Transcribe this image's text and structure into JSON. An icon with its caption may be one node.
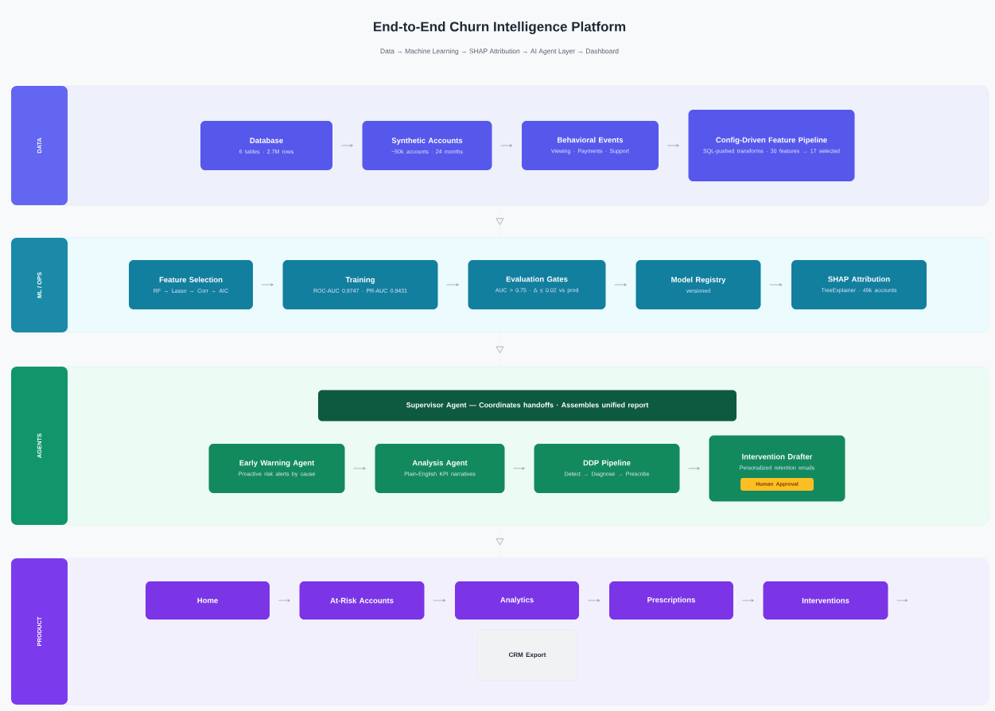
{
  "diagram": {
    "title": "End-to-End Churn Intelligence Platform",
    "nodes": [
      {
        "text": [
          "DATA"
        ]
      },
      {
        "text": [
          "Database",
          "6 tables · 2.7M rows"
        ],
        "in": 0
      },
      {
        "text": [
          "Synthetic Accounts",
          "~50k accounts · 24 months"
        ],
        "in": 0
      },
      {
        "text": [
          "Behavioral Events",
          "Viewing · Payments · Support"
        ],
        "in": 0
      },
      {
        "text": [
          "Config-Driven Feature Pipeline",
          "SQL-pushed transforms · 30 features → 17 selected"
        ],
        "in": 0
      },
      {
        "text": [
          "ML / OPS"
        ]
      },
      {
        "text": [
          "Feature Selection",
          "RF → Lasso → Corr → AIC"
        ],
        "in": 5
      },
      {
        "text": [
          "Training",
          "ROC-AUC 0.9747 · PR-AUC 0.9431"
        ],
        "in": 5
      },
      {
        "text": [
          "Evaluation Gates",
          "AUC > 0.75 · Δ ≤ 0.02 vs prod"
        ],
        "in": 5
      },
      {
        "text": [
          "Model Registry",
          "versioned"
        ],
        "in": 5
      },
      {
        "text": [
          "SHAP Attribution",
          "TreeExplainer · 49k accounts"
        ],
        "in": 5
      },
      {
        "text": [
          "AGENTS"
        ]
      },
      {
        "text": [
          "Supervisor Agent — Coordinates handoffs · Assembles unified report"
        ],
        "in": 11
      },
      {
        "text": [
          "Early Warning Agent",
          "Proactive risk alerts by cause"
        ],
        "in": 11
      },
      {
        "text": [
          "Analysis Agent",
          "Plain-English KPI narratives"
        ],
        "in": 11
      },
      {
        "text": [
          "DDP Pipeline",
          "Detect → Diagnose → Prescribe"
        ],
        "in": 11
      },
      {
        "text": [
          "Intervention Drafter",
          "Personalized retention emails"
        ],
        "in": 11
      },
      {
        "text": [
          "Human Approval"
        ],
        "in": 16
      },
      {
        "text": [
          "PRODUCT"
        ]
      },
      {
        "text": [
          "Home"
        ],
        "in": 18
      },
      {
        "text": [
          "At-Risk Accounts"
        ],
        "in": 18
      },
      {
        "text": [
          "Analytics"
        ],
        "in": 18
      },
      {
        "text": [
          "Prescriptions"
        ],
        "in": 18
      },
      {
        "text": [
          "Interventions"
        ],
        "in": 18
      },
      {
        "text": [
          "CRM Export"
        ],
        "in": 18
      }
    ],
    "edges": [
      {
        "from": 1,
        "to": 2,
        "arrow": "to"
      },
      {
        "from": 2,
        "to": 3,
        "arrow": "to"
      },
      {
        "from": 3,
        "to": 4,
        "arrow": "to"
      },
      {
        "from": 0,
        "to": 5,
        "arrow": "to"
      },
      {
        "from": 6,
        "to": 7,
        "arrow": "to"
      },
      {
        "from": 7,
        "to": 8,
        "arrow": "to"
      },
      {
        "from": 8,
        "to": 9,
        "arrow": "to"
      },
      {
        "from": 9,
        "to": 10,
        "arrow": "to"
      },
      {
        "from": 5,
        "to": 11,
        "arrow": "to"
      },
      {
        "from": 13,
        "to": 14,
        "arrow": "to"
      },
      {
        "from": 14,
        "to": 15,
        "arrow": "to"
      },
      {
        "from": 15,
        "to": 16,
        "arrow": "to"
      },
      {
        "from": 11,
        "to": 18,
        "arrow": "to"
      },
      {
        "from": 19,
        "to": 20,
        "arrow": "to"
      },
      {
        "from": 20,
        "to": 21,
        "arrow": "to"
      },
      {
        "from": 21,
        "to": 22,
        "arrow": "to"
      },
      {
        "from": 22,
        "to": 23,
        "arrow": "to"
      },
      {
        "from": 23,
        "to": null,
        "arrow": "to"
      }
    ],
    "labels": [
      "Data → Machine Learning → SHAP Attribution → AI Agent Layer → Dashboard"
    ]
  }
}
